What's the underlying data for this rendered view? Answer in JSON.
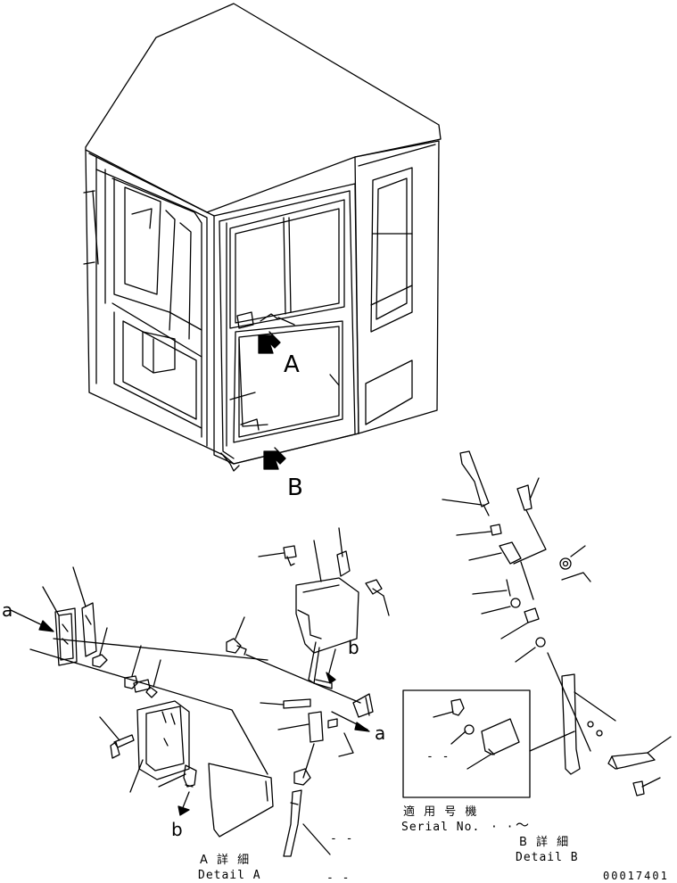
{
  "labels": {
    "view_a": "A",
    "view_b": "B",
    "ref_a_left": "a",
    "ref_a_right": "a",
    "ref_b_lower": "b",
    "ref_b_upper": "b"
  },
  "detail_a": {
    "title_jp": "A 詳 細",
    "title_en": "Detail A"
  },
  "detail_b": {
    "title_jp": "B 詳 細",
    "title_en": "Detail B"
  },
  "applicable": {
    "label_jp": "適 用 号 機",
    "serial": "Serial No.",
    "dots": "· ·",
    "tilde": "〜"
  },
  "placeholders": {
    "p1": "- -",
    "p2": "- -",
    "p3": "- -"
  },
  "drawing_number": "00017401"
}
